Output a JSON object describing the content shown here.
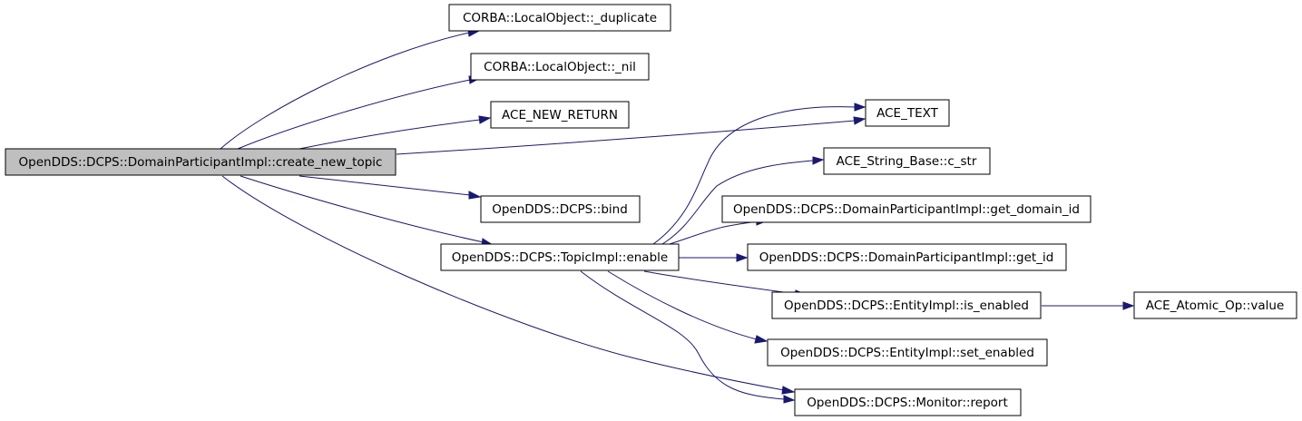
{
  "diagram": {
    "type": "call-graph",
    "edge_color": "#191970",
    "root_fill": "#bfbfbf",
    "nodes": [
      {
        "id": "root",
        "label": "OpenDDS::DCPS::DomainParticipantImpl::create_new_topic"
      },
      {
        "id": "dup",
        "label": "CORBA::LocalObject::_duplicate"
      },
      {
        "id": "nil",
        "label": "CORBA::LocalObject::_nil"
      },
      {
        "id": "newret",
        "label": "ACE_NEW_RETURN"
      },
      {
        "id": "acetext",
        "label": "ACE_TEXT"
      },
      {
        "id": "cstr",
        "label": "ACE_String_Base::c_str"
      },
      {
        "id": "bind",
        "label": "OpenDDS::DCPS::bind"
      },
      {
        "id": "getdom",
        "label": "OpenDDS::DCPS::DomainParticipantImpl::get_domain_id"
      },
      {
        "id": "enable",
        "label": "OpenDDS::DCPS::TopicImpl::enable"
      },
      {
        "id": "getid",
        "label": "OpenDDS::DCPS::DomainParticipantImpl::get_id"
      },
      {
        "id": "isen",
        "label": "OpenDDS::DCPS::EntityImpl::is_enabled"
      },
      {
        "id": "value",
        "label": "ACE_Atomic_Op::value"
      },
      {
        "id": "seten",
        "label": "OpenDDS::DCPS::EntityImpl::set_enabled"
      },
      {
        "id": "report",
        "label": "OpenDDS::DCPS::Monitor::report"
      }
    ],
    "edges": [
      [
        "root",
        "dup"
      ],
      [
        "root",
        "nil"
      ],
      [
        "root",
        "newret"
      ],
      [
        "root",
        "acetext"
      ],
      [
        "root",
        "bind"
      ],
      [
        "root",
        "enable"
      ],
      [
        "root",
        "report"
      ],
      [
        "enable",
        "acetext"
      ],
      [
        "enable",
        "cstr"
      ],
      [
        "enable",
        "getdom"
      ],
      [
        "enable",
        "getid"
      ],
      [
        "enable",
        "isen"
      ],
      [
        "enable",
        "seten"
      ],
      [
        "enable",
        "report"
      ],
      [
        "isen",
        "value"
      ]
    ]
  }
}
